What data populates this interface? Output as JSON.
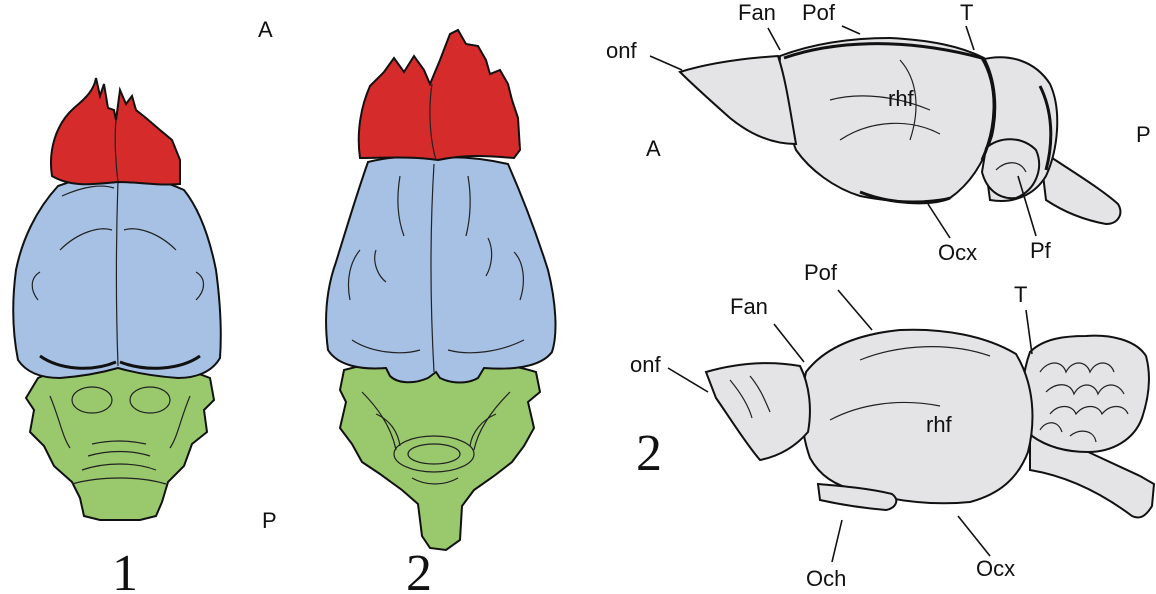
{
  "colors": {
    "olfactory": "#d62b2b",
    "hemisphere": "#a6c1e4",
    "hindbrain": "#99c96c",
    "lateral": "#e4e3e6",
    "outline": "#111111"
  },
  "dorsal_views": {
    "orientation": {
      "anterior": "A",
      "posterior": "P"
    },
    "numbers": [
      "1",
      "2"
    ]
  },
  "lateral_views": {
    "top": {
      "orientation_anterior": "A",
      "orientation_posterior": "P",
      "labels": {
        "onf": "onf",
        "fan": "Fan",
        "pof": "Pof",
        "t": "T",
        "rhf": "rhf",
        "ocx": "Ocx",
        "pf": "Pf"
      }
    },
    "bottom": {
      "number": "2",
      "labels": {
        "onf": "onf",
        "fan": "Fan",
        "pof": "Pof",
        "t": "T",
        "rhf": "rhf",
        "ocx": "Ocx",
        "och": "Och"
      }
    }
  }
}
